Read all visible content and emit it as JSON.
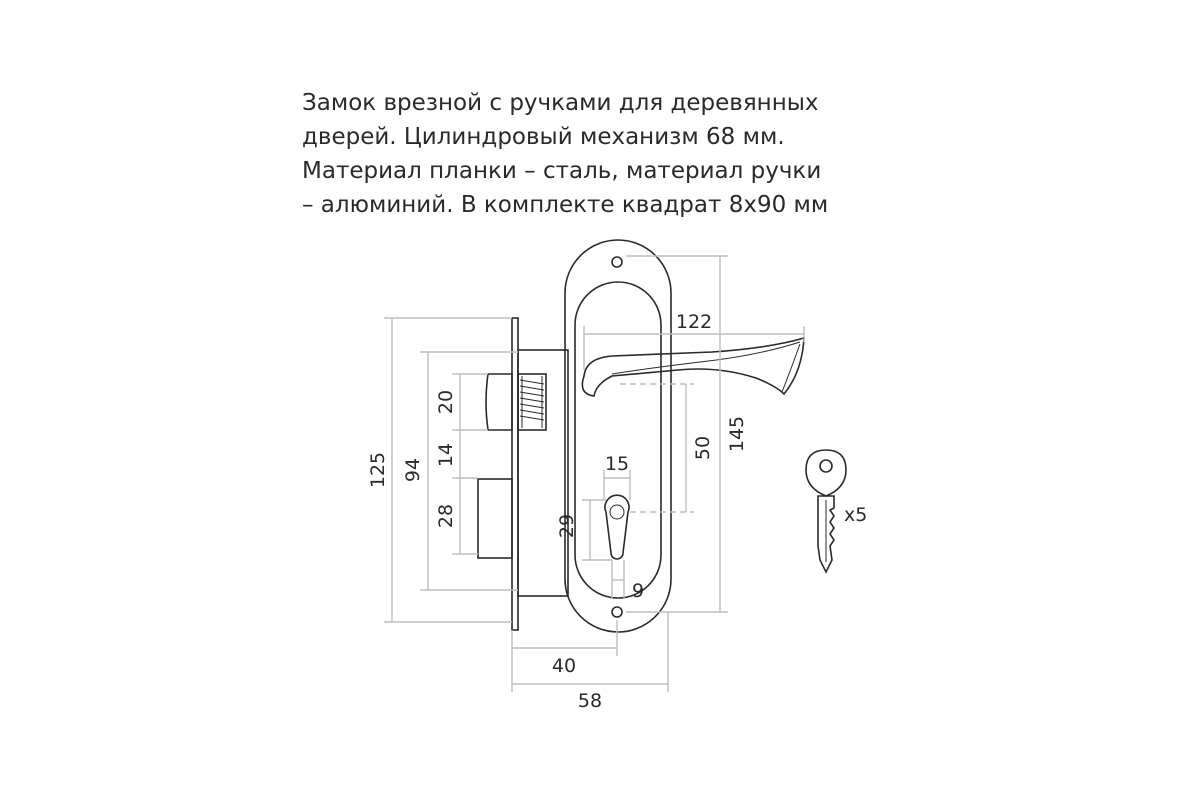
{
  "description": {
    "line1": "Замок врезной с ручками для деревянных",
    "line2": "дверей. Цилиндровый механизм 68 мм.",
    "line3": "Материал планки – сталь, материал ручки",
    "line4": "– алюминий. В комплекте квадрат 8x90 мм"
  },
  "dimensions": {
    "d125": "125",
    "d94": "94",
    "d20": "20",
    "d14": "14",
    "d28": "28",
    "d122": "122",
    "d50": "50",
    "d145": "145",
    "d15": "15",
    "d29": "29",
    "d9": "9",
    "d40": "40",
    "d58": "58"
  },
  "keys": {
    "count_label": "x5"
  }
}
